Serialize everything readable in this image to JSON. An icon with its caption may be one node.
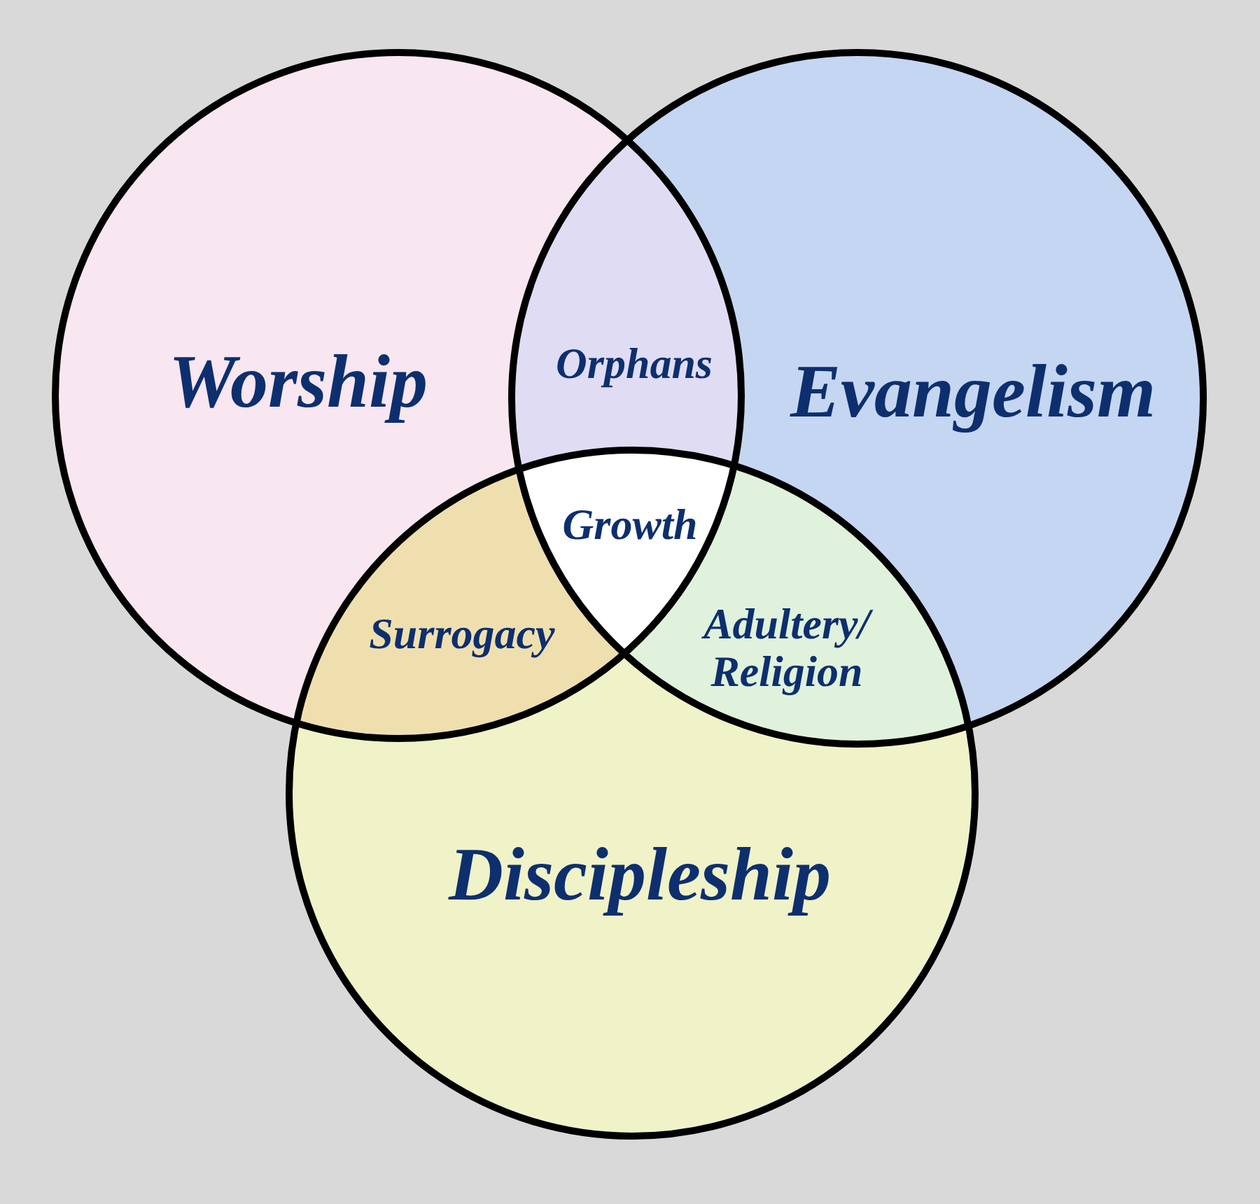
{
  "diagram": {
    "nodes": [
      {
        "text": [
          "Worship"
        ]
      },
      {
        "text": [
          "Evangelism"
        ]
      },
      {
        "text": [
          "Discipleship"
        ]
      }
    ],
    "labels": [
      "Orphans",
      "Growth",
      "Surrogacy",
      "Adultery/ Religion"
    ]
  }
}
